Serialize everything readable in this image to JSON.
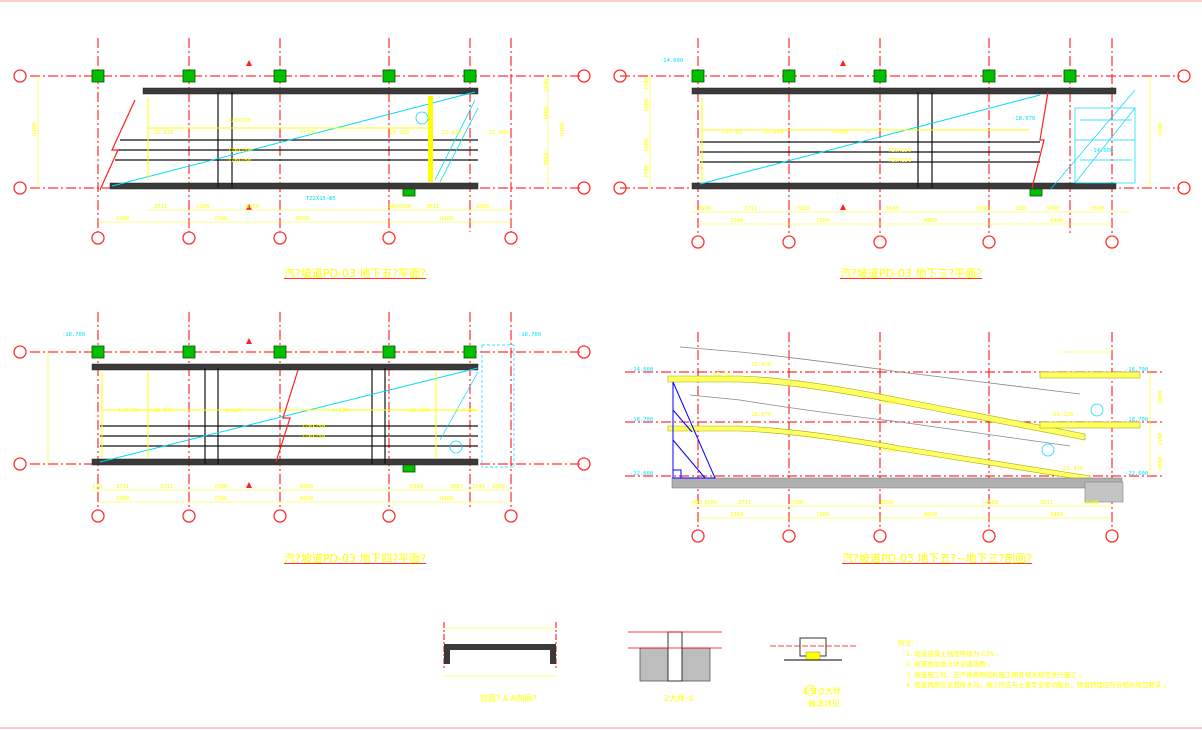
{
  "titles": {
    "plan_b5": "汽?坡道PD-03 地下五?平面?",
    "plan_b3": "汽?坡道PD-03 地下三?平面?",
    "plan_b4": "汽?坡道PD-03 地下四?平面?",
    "section": "汽?坡道PD-03 地下五?~地下三?剖面?",
    "detail_a": "剖面? A-A剖面?",
    "detail_1": "2大样-①",
    "detail_2": "②节点大样",
    "detail_2_sub": "做法详见"
  },
  "plan_b5": {
    "dims_top": [
      "9300",
      "1500",
      "3000",
      "3000",
      "1500",
      "9300"
    ],
    "dims_bottom1": [
      "3711",
      "7200",
      "6650",
      "300",
      "5500",
      "3611",
      "3300"
    ],
    "dims_bottom2": [
      "7200",
      "7200",
      "8500",
      "9400"
    ],
    "labels": [
      "-18.070",
      "i=12%",
      "-20.120",
      "-22.420",
      "-22.600",
      "TZ6X150",
      "TZ6X150",
      "TZ6X150",
      "TZ2X15-Ф5"
    ]
  },
  "plan_b3": {
    "dims_left": [
      "1500",
      "3000",
      "3000",
      "1500",
      "9300"
    ],
    "dims_bottom1": [
      "3500",
      "3711",
      "7200",
      "6650",
      "3700",
      "300",
      "3700",
      "3500"
    ],
    "dims_bottom2": [
      "7200",
      "7200",
      "8650",
      "9400"
    ],
    "labels": [
      "-14.600",
      "i=7.5%",
      "-15.470",
      "i=15%",
      "-18.070",
      "TZ6X150",
      "TZ6X150",
      "-14.600"
    ]
  },
  "plan_b4": {
    "dims_bottom1": [
      "210",
      "3711",
      "3711",
      "7200",
      "6650",
      "5500",
      "3607",
      "1541",
      "1650"
    ],
    "dims_bottom2": [
      "7200",
      "7200",
      "6650",
      "9400"
    ],
    "labels": [
      "-18.700",
      "i=7.5%",
      "-18.070",
      "i=12%",
      "i=12%",
      "-20.120",
      "i=7.5%",
      "TZ6X150",
      "TZ6X150",
      "-18.700"
    ]
  },
  "section": {
    "elev": [
      "-14.600",
      "-18.700",
      "-22.600",
      "-16.700",
      "-18.700",
      "-22.600"
    ],
    "labels": [
      "i=7.5%",
      "i=15%",
      "i=12%",
      "-15.070",
      "-18.070",
      "-20.120",
      "-22.420"
    ],
    "dims_bottom1": [
      "400",
      "3500",
      "3711",
      "7200",
      "6650",
      "4500",
      "3611",
      "3300"
    ],
    "dims_bottom2": [
      "7200",
      "7200",
      "8650",
      "9400"
    ],
    "dims_right": [
      "3000",
      "1500",
      "3000"
    ]
  },
  "notes": {
    "heading": "附注：",
    "items": [
      "1. 坡道混凝土强度等级为 C35 。",
      "2. 坡道面层做法详见建施图 。",
      "3. 坡道施工时，应严格按照结构施工图及相关规范进行施工 。",
      "4. 坡道两侧应设置排水沟，施工时应与土建专业密切配合，预留预埋应符合相关规范要求 。"
    ]
  },
  "colors": {
    "background": "#ffffff",
    "axis": "#ff0000",
    "dimension": "#ffff00",
    "structure": "#2a2a2a",
    "column": "#00c000",
    "annotation": "#00ffff",
    "ramp": "#ffff66"
  }
}
